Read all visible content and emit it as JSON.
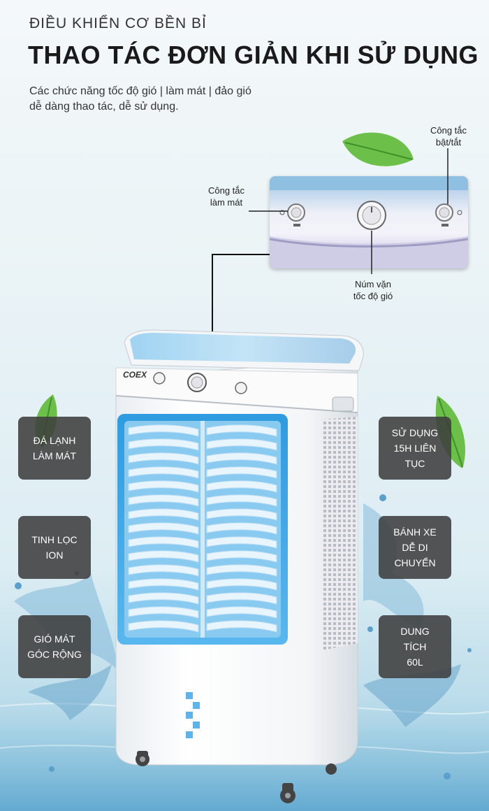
{
  "header": {
    "overline": "ĐIỀU KHIỂN CƠ BỀN BỈ",
    "title": "THAO TÁC ĐƠN GIẢN KHI SỬ DỤNG",
    "description_line1": "Các chức năng tốc độ gió | làm mát | đảo gió",
    "description_line2": "dễ dàng thao tác, dễ sử dụng."
  },
  "callouts": {
    "power_switch": [
      "Công tắc",
      "bật/tắt"
    ],
    "cooling_switch": [
      "Công tắc",
      "làm mát"
    ],
    "speed_knob": [
      "Núm vặn",
      "tốc độ gió"
    ]
  },
  "product": {
    "brand": "COEX"
  },
  "features_left": [
    [
      "ĐÁ LẠNH",
      "LÀM MÁT"
    ],
    [
      "TINH LỌC",
      "ION"
    ],
    [
      "GIÓ MÁT",
      "GÓC RỘNG"
    ]
  ],
  "features_right": [
    [
      "SỬ DỤNG",
      "15H LIÊN",
      "TỤC"
    ],
    [
      "BÁNH XE",
      "DỄ DI",
      "CHUYỂN"
    ],
    [
      "DUNG",
      "TÍCH",
      "60L"
    ]
  ],
  "colors": {
    "accent_blue": "#3fa9e8",
    "panel_dark": "#3e3e3e",
    "leaf_green": "#6cc04a"
  },
  "icons": [
    "leaf-icon",
    "water-splash-icon",
    "knob-icon"
  ]
}
